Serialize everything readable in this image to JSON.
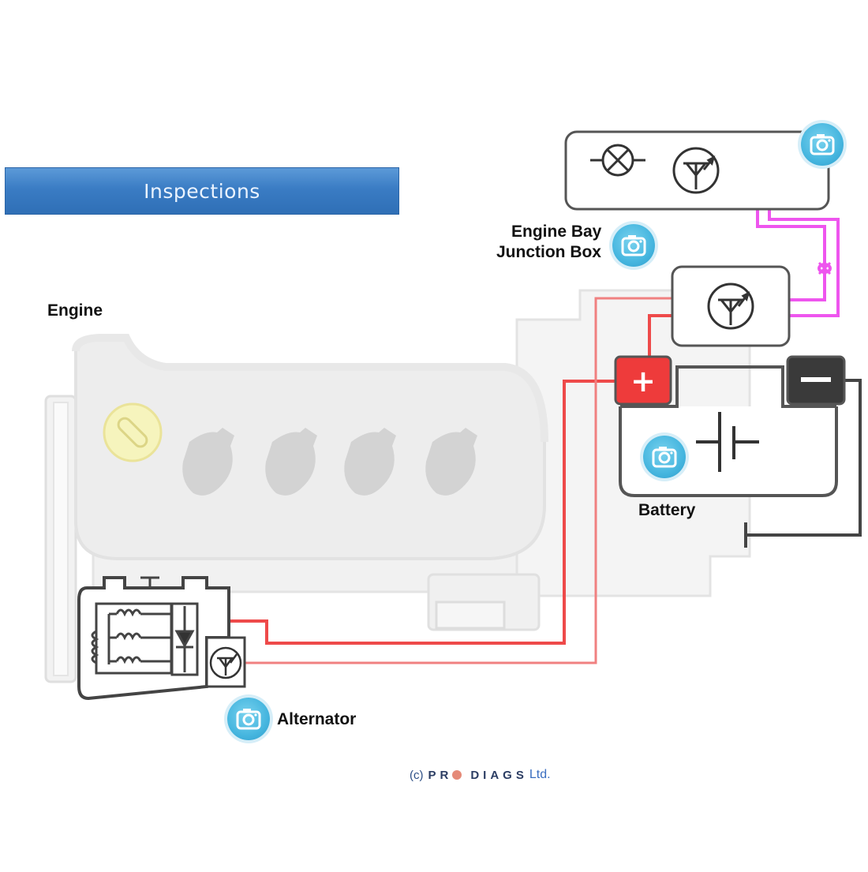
{
  "buttons": {
    "inspections": "Inspections"
  },
  "labels": {
    "engine": "Engine",
    "junction_box_line1": "Engine Bay",
    "junction_box_line2": "Junction Box",
    "battery": "Battery",
    "alternator": "Alternator"
  },
  "battery": {
    "positive_symbol": "+",
    "negative_symbol": "−"
  },
  "footer": {
    "copyright_prefix": "(c)",
    "brand_part1": "PR",
    "brand_part2": "DIAGS",
    "suffix": "Ltd."
  },
  "wire_colors": {
    "power": "#ee4a4a",
    "signal": "#ee55ee",
    "ground": "#444444"
  },
  "icons": [
    "camera-icon",
    "lamp-icon",
    "transistor-icon",
    "diode-icon",
    "coil-icon",
    "battery-cell-icon"
  ]
}
